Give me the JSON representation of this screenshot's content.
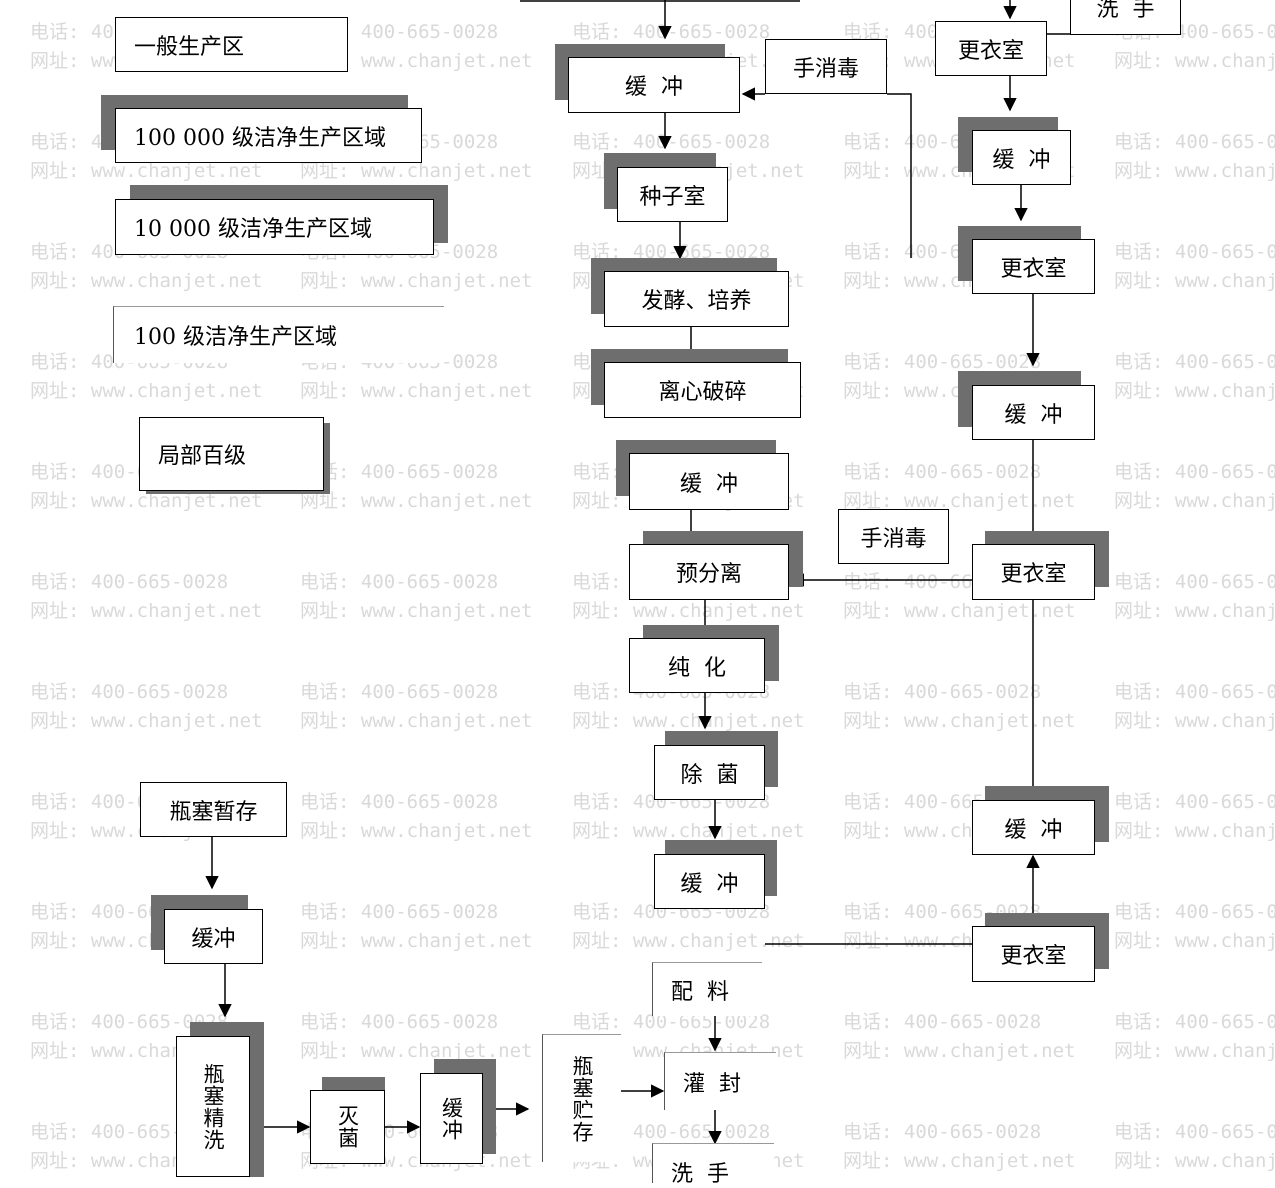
{
  "watermark": {
    "phone": "电话: 400-665-0028",
    "site": "网址: www.chanjet.net"
  },
  "legend": {
    "general": "一般生产区",
    "class_100000": "100 000 级洁净生产区域",
    "class_10000": "10 000 级洁净生产区域",
    "class_100": "100 级洁净生产区域",
    "local_100": "局部百级"
  },
  "center": {
    "buffer_top": "缓  冲",
    "seed_room": "种子室",
    "fermentation": "发酵、培养",
    "centrifuge": "离心破碎",
    "buffer_mid": "缓  冲",
    "pre_separation": "预分离",
    "purification": "纯  化",
    "sterilization": "除  菌",
    "buffer_low": "缓  冲",
    "compounding": "配  料",
    "filling": "灌  封",
    "bottom_cut": "洗  手"
  },
  "hand_disinfect_top": "手消毒",
  "hand_disinfect_mid": "手消毒",
  "right": {
    "wash_hands_top": "洗  手",
    "changing_1": "更衣室",
    "buffer_1": "缓  冲",
    "changing_2": "更衣室",
    "buffer_2": "缓  冲",
    "changing_3": "更衣室",
    "buffer_3": "缓  冲",
    "changing_4": "更衣室"
  },
  "stopper": {
    "temp_storage": "瓶塞暂存",
    "buffer": "缓冲",
    "fine_wash": "瓶塞精洗",
    "sterilize": "灭菌",
    "buffer_v": "缓冲",
    "storage": "瓶塞贮存"
  }
}
